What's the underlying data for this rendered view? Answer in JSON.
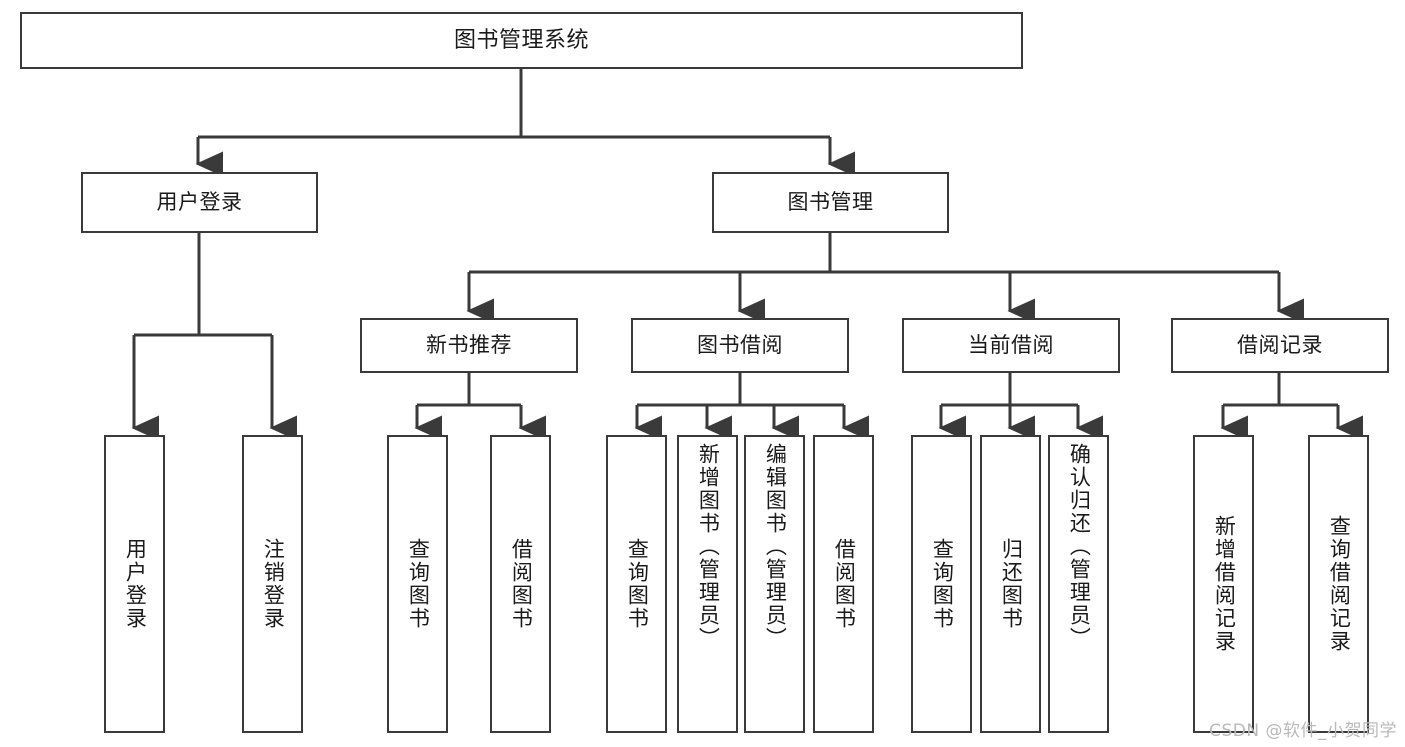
{
  "diagram": {
    "title": "图书管理系统",
    "type": "hierarchy-tree",
    "colors": {
      "stroke": "#3a3a3a",
      "fill": "#ffffff",
      "text": "#1a1a1a",
      "watermark": "#b9b9b9"
    },
    "root": {
      "label": "图书管理系统"
    },
    "level2": [
      {
        "label": "用户登录"
      },
      {
        "label": "图书管理"
      }
    ],
    "level3": [
      {
        "label": "新书推荐"
      },
      {
        "label": "图书借阅"
      },
      {
        "label": "当前借阅"
      },
      {
        "label": "借阅记录"
      }
    ],
    "leaves": {
      "user_login": [
        {
          "label": "用户登录"
        },
        {
          "label": "注销登录"
        }
      ],
      "new_book_recommend": [
        {
          "label": "查询图书"
        },
        {
          "label": "借阅图书"
        }
      ],
      "book_borrow": [
        {
          "label": "查询图书"
        },
        {
          "label": "新增图书（管理员）"
        },
        {
          "label": "编辑图书（管理员）"
        },
        {
          "label": "借阅图书"
        }
      ],
      "current_borrow": [
        {
          "label": "查询图书"
        },
        {
          "label": "归还图书"
        },
        {
          "label": "确认归还（管理员）"
        }
      ],
      "borrow_record": [
        {
          "label": "新增借阅记录"
        },
        {
          "label": "查询借阅记录"
        }
      ]
    }
  },
  "watermark": {
    "text": "CSDN @软件_小贺同学"
  }
}
